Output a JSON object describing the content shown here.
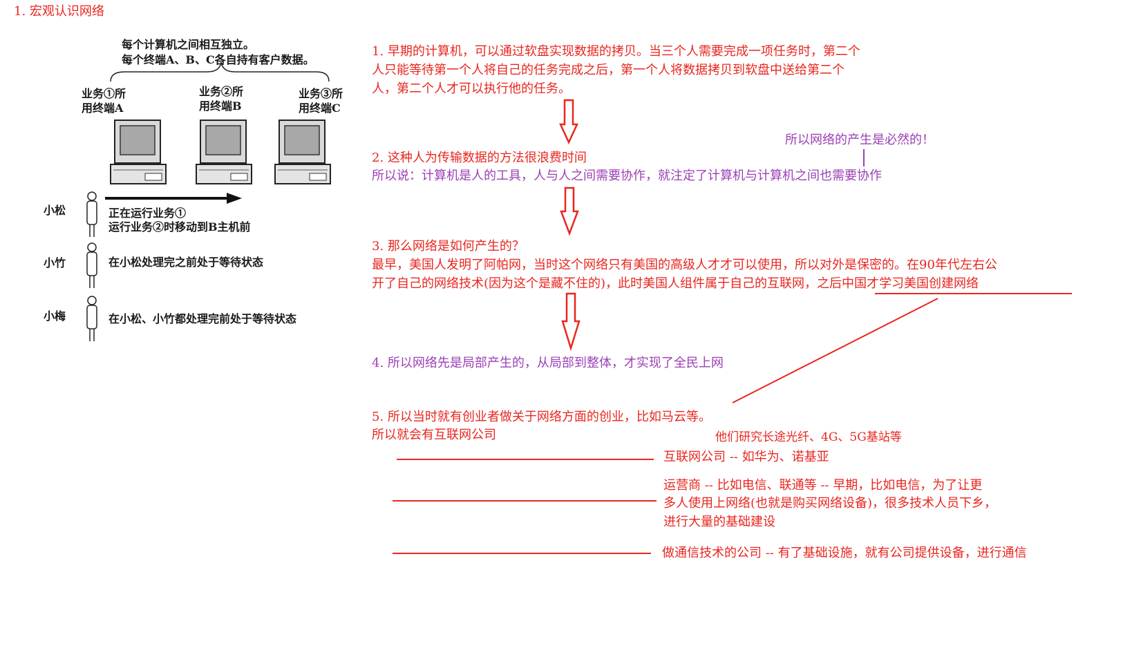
{
  "heading": "1. 宏观认识网络",
  "figure": {
    "top_note_1": "每个计算机之间相互独立。",
    "top_note_2": "每个终端A、B、C各自持有客户数据。",
    "terminals": [
      {
        "line1": "业务①所",
        "line2": "用终端A"
      },
      {
        "line1": "业务②所",
        "line2": "用终端B"
      },
      {
        "line1": "业务③所",
        "line2": "用终端C"
      }
    ],
    "people": [
      {
        "name": "小松",
        "line1": "正在运行业务①",
        "line2": "运行业务②时移动到B主机前"
      },
      {
        "name": "小竹",
        "line1": "在小松处理完之前处于等待状态",
        "line2": ""
      },
      {
        "name": "小梅",
        "line1": "在小松、小竹都处理完前处于等待状态",
        "line2": ""
      }
    ]
  },
  "notes": {
    "p1_l1": "1. 早期的计算机，可以通过软盘实现数据的拷贝。当三个人需要完成一项任务时，第二个",
    "p1_l2": "人只能等待第一个人将自己的任务完成之后，第一个人将数据拷贝到软盘中送给第二个",
    "p1_l3": "人，第二个人才可以执行他的任务。",
    "side_note": "所以网络的产生是必然的！",
    "p2_l1": "2. 这种人为传输数据的方法很浪费时间",
    "p2_l2": "所以说：计算机是人的工具，人与人之间需要协作，就注定了计算机与计算机之间也需要协作",
    "p3_l1": "3. 那么网络是如何产生的？",
    "p3_l2": "最早，美国人发明了阿帕网，当时这个网络只有美国的高级人才才可以使用，所以对外是保密的。在90年代左右公",
    "p3_l3": "开了自己的网络技术(因为这个是藏不住的)，此时美国人组件属于自己的互联网，之后中国才学习美国创建网络",
    "p4_l1": "4. 所以网络先是局部产生的，从局部到整体，才实现了全民上网",
    "p5_l1": "5. 所以当时就有创业者做关于网络方面的创业，比如马云等。",
    "p5_l2": "所以就会有互联网公司",
    "research_note": "他们研究长途光纤、4G、5G基站等",
    "branch1": "互联网公司 -- 如华为、诺基亚",
    "branch2_l1": "运营商 -- 比如电信、联通等 -- 早期，比如电信，为了让更",
    "branch2_l2": "多人使用上网络(也就是购买网络设备)，很多技术人员下乡，",
    "branch2_l3": "进行大量的基础建设",
    "branch3": "做通信技术的公司 -- 有了基础设施，就有公司提供设备，进行通信"
  },
  "colors": {
    "red": "#e8261f",
    "purple": "#9b3fb5",
    "ink": "#1a1a1a"
  }
}
